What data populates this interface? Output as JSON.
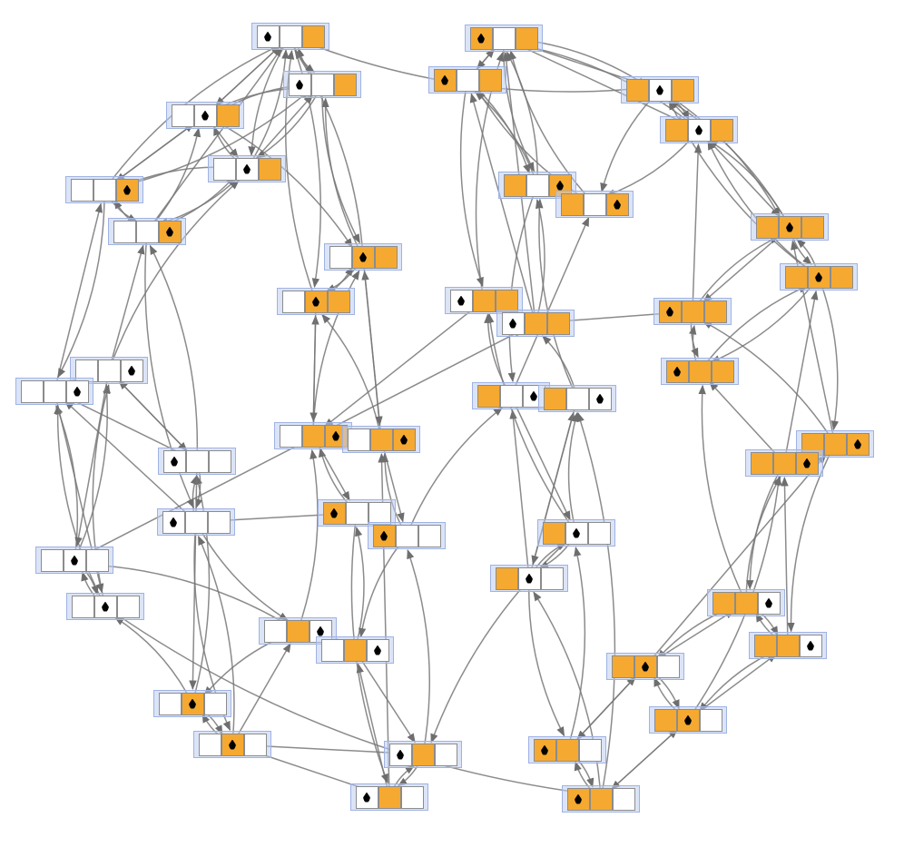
{
  "colors": {
    "filled": "#f5a930",
    "empty": "#ffffff",
    "edge": "#777777",
    "node_frame": "#9fb2e3"
  },
  "icon": "water-drop-icon",
  "nodes": [
    {
      "cells": [
        "W",
        "W",
        "O"
      ],
      "drop": 0
    },
    {
      "cells": [
        "O",
        "W",
        "O"
      ],
      "drop": 0
    },
    {
      "cells": [
        "W",
        "W",
        "O"
      ],
      "drop": 0
    },
    {
      "cells": [
        "O",
        "W",
        "O"
      ],
      "drop": 0
    },
    {
      "cells": [
        "O",
        "W",
        "O"
      ],
      "drop": 1
    },
    {
      "cells": [
        "W",
        "W",
        "O"
      ],
      "drop": 1
    },
    {
      "cells": [
        "O",
        "W",
        "O"
      ],
      "drop": 1
    },
    {
      "cells": [
        "W",
        "W",
        "O"
      ],
      "drop": 1
    },
    {
      "cells": [
        "W",
        "W",
        "O"
      ],
      "drop": 2
    },
    {
      "cells": [
        "O",
        "W",
        "O"
      ],
      "drop": 2
    },
    {
      "cells": [
        "O",
        "W",
        "O"
      ],
      "drop": 2
    },
    {
      "cells": [
        "W",
        "W",
        "O"
      ],
      "drop": 2
    },
    {
      "cells": [
        "O",
        "O",
        "O"
      ],
      "drop": 1
    },
    {
      "cells": [
        "O",
        "O",
        "O"
      ],
      "drop": 1
    },
    {
      "cells": [
        "W",
        "O",
        "O"
      ],
      "drop": 1
    },
    {
      "cells": [
        "W",
        "O",
        "O"
      ],
      "drop": 1
    },
    {
      "cells": [
        "W",
        "O",
        "O"
      ],
      "drop": 0
    },
    {
      "cells": [
        "W",
        "O",
        "O"
      ],
      "drop": 0
    },
    {
      "cells": [
        "O",
        "O",
        "O"
      ],
      "drop": 0
    },
    {
      "cells": [
        "W",
        "W",
        "W"
      ],
      "drop": 2
    },
    {
      "cells": [
        "W",
        "W",
        "W"
      ],
      "drop": 2
    },
    {
      "cells": [
        "O",
        "O",
        "O"
      ],
      "drop": 0
    },
    {
      "cells": [
        "O",
        "W",
        "W"
      ],
      "drop": 2
    },
    {
      "cells": [
        "O",
        "W",
        "W"
      ],
      "drop": 2
    },
    {
      "cells": [
        "W",
        "O",
        "O"
      ],
      "drop": 2
    },
    {
      "cells": [
        "W",
        "O",
        "O"
      ],
      "drop": 2
    },
    {
      "cells": [
        "O",
        "O",
        "O"
      ],
      "drop": 2
    },
    {
      "cells": [
        "O",
        "O",
        "O"
      ],
      "drop": 2
    },
    {
      "cells": [
        "W",
        "W",
        "W"
      ],
      "drop": 0
    },
    {
      "cells": [
        "W",
        "W",
        "W"
      ],
      "drop": 0
    },
    {
      "cells": [
        "O",
        "W",
        "W"
      ],
      "drop": 0
    },
    {
      "cells": [
        "O",
        "W",
        "W"
      ],
      "drop": 0
    },
    {
      "cells": [
        "O",
        "W",
        "W"
      ],
      "drop": 1
    },
    {
      "cells": [
        "W",
        "W",
        "W"
      ],
      "drop": 1
    },
    {
      "cells": [
        "O",
        "W",
        "W"
      ],
      "drop": 1
    },
    {
      "cells": [
        "W",
        "W",
        "W"
      ],
      "drop": 1
    },
    {
      "cells": [
        "O",
        "O",
        "W"
      ],
      "drop": 2
    },
    {
      "cells": [
        "W",
        "O",
        "W"
      ],
      "drop": 2
    },
    {
      "cells": [
        "W",
        "O",
        "W"
      ],
      "drop": 2
    },
    {
      "cells": [
        "O",
        "O",
        "W"
      ],
      "drop": 2
    },
    {
      "cells": [
        "O",
        "O",
        "W"
      ],
      "drop": 1
    },
    {
      "cells": [
        "W",
        "O",
        "W"
      ],
      "drop": 1
    },
    {
      "cells": [
        "O",
        "O",
        "W"
      ],
      "drop": 1
    },
    {
      "cells": [
        "W",
        "O",
        "W"
      ],
      "drop": 1
    },
    {
      "cells": [
        "W",
        "O",
        "W"
      ],
      "drop": 0
    },
    {
      "cells": [
        "O",
        "O",
        "W"
      ],
      "drop": 0
    },
    {
      "cells": [
        "W",
        "O",
        "W"
      ],
      "drop": 0
    },
    {
      "cells": [
        "O",
        "O",
        "W"
      ],
      "drop": 0
    }
  ],
  "edges": [
    [
      2,
      0
    ],
    [
      5,
      0
    ],
    [
      7,
      0
    ],
    [
      8,
      0
    ],
    [
      11,
      0
    ],
    [
      14,
      0
    ],
    [
      15,
      0
    ],
    [
      3,
      1
    ],
    [
      9,
      1
    ],
    [
      10,
      1
    ],
    [
      4,
      1
    ],
    [
      6,
      1
    ],
    [
      16,
      1
    ],
    [
      17,
      1
    ],
    [
      0,
      2
    ],
    [
      5,
      2
    ],
    [
      7,
      2
    ],
    [
      8,
      2
    ],
    [
      14,
      2
    ],
    [
      1,
      3
    ],
    [
      9,
      3
    ],
    [
      10,
      3
    ],
    [
      17,
      3
    ],
    [
      0,
      4
    ],
    [
      1,
      4
    ],
    [
      6,
      4
    ],
    [
      12,
      4
    ],
    [
      13,
      4
    ],
    [
      0,
      5
    ],
    [
      2,
      5
    ],
    [
      7,
      5
    ],
    [
      8,
      5
    ],
    [
      11,
      5
    ],
    [
      4,
      6
    ],
    [
      1,
      6
    ],
    [
      12,
      6
    ],
    [
      13,
      6
    ],
    [
      18,
      6
    ],
    [
      0,
      7
    ],
    [
      2,
      7
    ],
    [
      5,
      7
    ],
    [
      11,
      7
    ],
    [
      19,
      7
    ],
    [
      5,
      8
    ],
    [
      7,
      8
    ],
    [
      11,
      8
    ],
    [
      20,
      8
    ],
    [
      1,
      9
    ],
    [
      3,
      9
    ],
    [
      10,
      9
    ],
    [
      17,
      9
    ],
    [
      23,
      9
    ],
    [
      9,
      10
    ],
    [
      4,
      10
    ],
    [
      6,
      10
    ],
    [
      22,
      10
    ],
    [
      8,
      11
    ],
    [
      7,
      11
    ],
    [
      19,
      11
    ],
    [
      28,
      11
    ],
    [
      4,
      12
    ],
    [
      6,
      12
    ],
    [
      13,
      12
    ],
    [
      18,
      12
    ],
    [
      26,
      12
    ],
    [
      12,
      13
    ],
    [
      21,
      13
    ],
    [
      27,
      13
    ],
    [
      15,
      14
    ],
    [
      24,
      14
    ],
    [
      25,
      14
    ],
    [
      2,
      14
    ],
    [
      14,
      15
    ],
    [
      24,
      15
    ],
    [
      25,
      15
    ],
    [
      0,
      15
    ],
    [
      17,
      16
    ],
    [
      3,
      16
    ],
    [
      22,
      16
    ],
    [
      18,
      17
    ],
    [
      23,
      17
    ],
    [
      21,
      18
    ],
    [
      12,
      18
    ],
    [
      26,
      18
    ],
    [
      20,
      19
    ],
    [
      28,
      19
    ],
    [
      33,
      19
    ],
    [
      35,
      19
    ],
    [
      19,
      20
    ],
    [
      33,
      20
    ],
    [
      35,
      20
    ],
    [
      29,
      20
    ],
    [
      18,
      21
    ],
    [
      13,
      21
    ],
    [
      27,
      21
    ],
    [
      23,
      22
    ],
    [
      31,
      22
    ],
    [
      34,
      22
    ],
    [
      22,
      23
    ],
    [
      32,
      23
    ],
    [
      34,
      23
    ],
    [
      25,
      24
    ],
    [
      30,
      24
    ],
    [
      15,
      24
    ],
    [
      24,
      25
    ],
    [
      31,
      25
    ],
    [
      14,
      25
    ],
    [
      27,
      26
    ],
    [
      13,
      26
    ],
    [
      40,
      26
    ],
    [
      26,
      27
    ],
    [
      36,
      27
    ],
    [
      39,
      27
    ],
    [
      42,
      27
    ],
    [
      29,
      28
    ],
    [
      19,
      28
    ],
    [
      41,
      28
    ],
    [
      28,
      29
    ],
    [
      30,
      29
    ],
    [
      43,
      29
    ],
    [
      31,
      30
    ],
    [
      24,
      30
    ],
    [
      38,
      30
    ],
    [
      30,
      31
    ],
    [
      25,
      31
    ],
    [
      44,
      31
    ],
    [
      34,
      32
    ],
    [
      22,
      32
    ],
    [
      45,
      32
    ],
    [
      32,
      34
    ],
    [
      23,
      34
    ],
    [
      47,
      34
    ],
    [
      35,
      33
    ],
    [
      19,
      33
    ],
    [
      37,
      33
    ],
    [
      33,
      35
    ],
    [
      20,
      35
    ],
    [
      41,
      35
    ],
    [
      39,
      36
    ],
    [
      40,
      36
    ],
    [
      27,
      36
    ],
    [
      38,
      37
    ],
    [
      43,
      37
    ],
    [
      29,
      37
    ],
    [
      37,
      38
    ],
    [
      46,
      38
    ],
    [
      31,
      38
    ],
    [
      36,
      39
    ],
    [
      42,
      39
    ],
    [
      26,
      39
    ],
    [
      42,
      40
    ],
    [
      45,
      40
    ],
    [
      36,
      40
    ],
    [
      43,
      41
    ],
    [
      28,
      41
    ],
    [
      37,
      41
    ],
    [
      40,
      42
    ],
    [
      47,
      42
    ],
    [
      39,
      42
    ],
    [
      41,
      43
    ],
    [
      44,
      43
    ],
    [
      29,
      43
    ],
    [
      46,
      44
    ],
    [
      38,
      44
    ],
    [
      32,
      44
    ],
    [
      47,
      45
    ],
    [
      40,
      45
    ],
    [
      34,
      45
    ],
    [
      44,
      46
    ],
    [
      43,
      46
    ],
    [
      30,
      46
    ],
    [
      45,
      47
    ],
    [
      42,
      47
    ],
    [
      35,
      47
    ],
    [
      32,
      16
    ],
    [
      33,
      17
    ],
    [
      37,
      24
    ],
    [
      36,
      21
    ],
    [
      46,
      25
    ],
    [
      47,
      23
    ],
    [
      8,
      20
    ],
    [
      28,
      20
    ],
    [
      11,
      29
    ],
    [
      5,
      14
    ],
    [
      16,
      24
    ],
    [
      9,
      22
    ]
  ]
}
